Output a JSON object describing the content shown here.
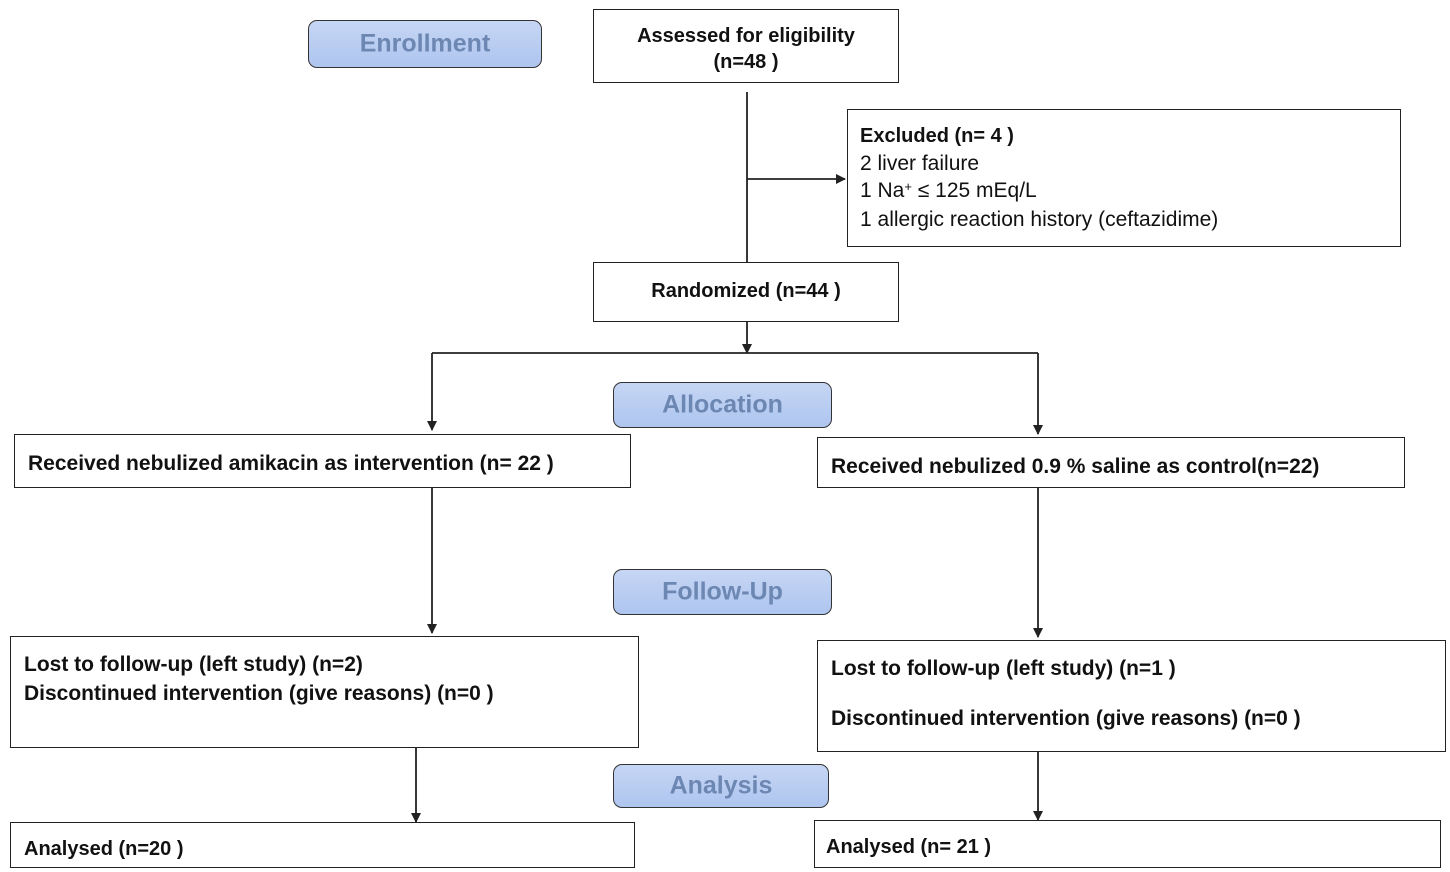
{
  "stages": {
    "enrollment": "Enrollment",
    "allocation": "Allocation",
    "follow_up": "Follow-Up",
    "analysis": "Analysis"
  },
  "assessed": {
    "line1": "Assessed for eligibility",
    "line2": "(n=48  )"
  },
  "excluded": {
    "title": "Excluded  (n= 4  )",
    "reason1": "2 liver failure",
    "reason2_prefix": "1 Na",
    "reason2_sup": "+",
    "reason2_suffix": " ≤ 125 mEq/L",
    "reason3": "1 allergic reaction history (ceftazidime)"
  },
  "randomized": "Randomized (n=44  )",
  "intervention": {
    "allocation": "Received nebulized amikacin as intervention (n= 22 )",
    "lost": "Lost to follow-up (left study) (n=2)",
    "discontinued": "Discontinued intervention (give reasons) (n=0  )",
    "analysed": "Analysed  (n=20 )"
  },
  "control": {
    "allocation": "Received nebulized 0.9 % saline  as control(n=22)",
    "lost": "Lost to follow-up (left study) (n=1  )",
    "discontinued": "Discontinued intervention  (give reasons) (n=0  )",
    "analysed": "Analysed  (n= 21 )"
  },
  "colors": {
    "stage_fill": "#b8cdf2",
    "stage_text": "#6d87b3",
    "line": "#222222"
  }
}
